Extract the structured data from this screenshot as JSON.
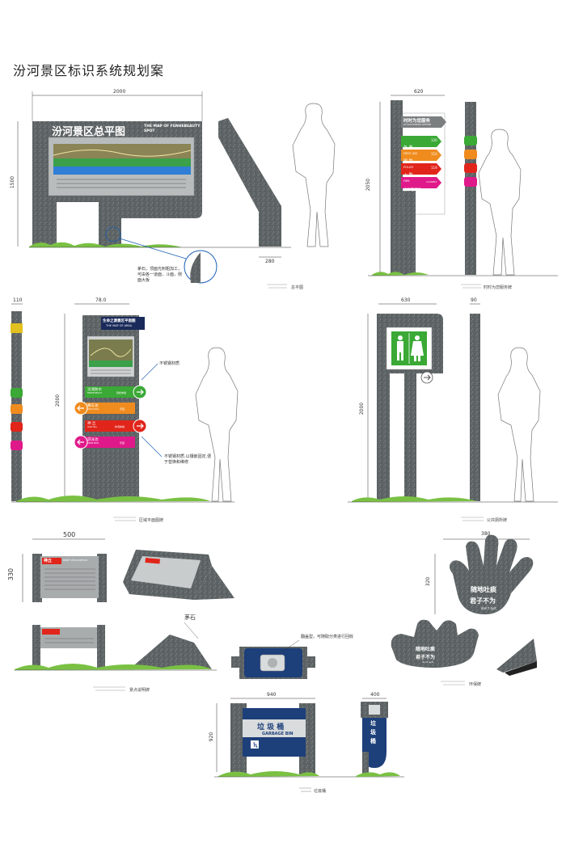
{
  "title": "汾河景区标识系统规划案",
  "colors": {
    "granite": "#5f6566",
    "graniteDark": "#4d5354",
    "grass": "#7ac143",
    "blue": "#1f4e8c",
    "teal": "#2d8a8a",
    "green": "#3aa935",
    "orange": "#f08c1e",
    "red": "#e1251b",
    "magenta": "#e0198a",
    "navy": "#1d3f7a"
  },
  "map_sign": {
    "heading": "汾河景区总平图",
    "subtitle": "THE MAP OF FENHEBEAUTY SPOT",
    "dim_width": "2000",
    "dim_height": "1500",
    "dim_side": "280",
    "note": "茅石，顶面光刺粗加工，可由各一道面，斗面，侧面大板",
    "caption": "总平图"
  },
  "direction_sign": {
    "dim_width": "620",
    "dim_height": "2050",
    "header": "时时为您服务",
    "header_sub": "AT YOUR SERVICE ANYTIME",
    "rows": [
      {
        "cn": "急 救",
        "en": "FIRST AID",
        "num": "120"
      },
      {
        "cn": "报 警",
        "en": "POLICE",
        "num": "110"
      },
      {
        "cn": "火 警",
        "en": "FIRE",
        "num": "119"
      },
      {
        "cn": "投诉管理处",
        "en": "",
        "num": "1234567"
      }
    ],
    "caption": "时时为您服务牌"
  },
  "area_sign": {
    "dim_width": "78.0",
    "dim_side": "110",
    "dim_height": "2000",
    "header": "生命之源景区平面图",
    "header_sub": "THE MAP OF AREA",
    "note1": "不锈钢材质",
    "note2": "不锈钢材质.以镶嵌固定,便于替换和维修",
    "items": [
      {
        "cn": "汾滩防水",
        "en": "FENHE BEACH",
        "side": "轻松体验"
      },
      {
        "cn": "赛车池",
        "en": "RACE POOL",
        "side": "乐园"
      },
      {
        "cn": "神 丘",
        "en": "GOD HILL",
        "side": "休闲体验"
      },
      {
        "cn": "游泳池",
        "en": "SWIM POOL",
        "side": "乐园"
      }
    ],
    "caption": "区域平面图牌"
  },
  "toilet_sign": {
    "dim_width": "630",
    "dim_side": "90",
    "dim_height": "2000",
    "caption": "公共厕所牌"
  },
  "spot_sign": {
    "dim_width": "500",
    "dim_height": "330",
    "name": "神丘",
    "name_en": "BRIEF DESCRIPTION",
    "stone_label": "茅石",
    "caption": "景点说明牌"
  },
  "hand_sign": {
    "dim_width": "380",
    "dim_height": "320",
    "line1": "随地吐痰",
    "line2": "君子不为",
    "line3": "don't spit",
    "caption": "环保牌"
  },
  "trash_bin": {
    "note": "翻盖型，可随取分类进行回收",
    "dim_width": "940",
    "dim_side": "400",
    "dim_height": "920",
    "label": "垃 圾 桶",
    "label_en": "GARBAGE BIN",
    "side_label": "垃 圾 桶",
    "caption": "垃圾桶"
  }
}
